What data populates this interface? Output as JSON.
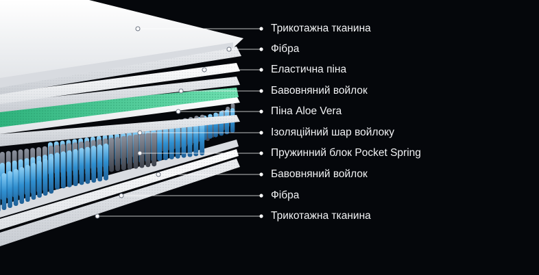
{
  "layers": [
    {
      "label": "Трикотажна тканина"
    },
    {
      "label": "Фібра"
    },
    {
      "label": "Еластична піна"
    },
    {
      "label": "Бавовняний войлок"
    },
    {
      "label": "Піна Aloe Vera"
    },
    {
      "label": "Ізоляційний шар войлоку"
    },
    {
      "label": "Пружинний блок Pocket Spring"
    },
    {
      "label": "Бавовняний войлок"
    },
    {
      "label": "Фібра"
    },
    {
      "label": "Трикотажна тканина"
    }
  ],
  "colors": {
    "background": "#05070b",
    "text": "#f2f3f5",
    "aloe_green": "#3cc48e",
    "spring_blue": "#2f8fd0",
    "spring_dark": "#4a4f5c",
    "fabric": "#f1f2f4"
  }
}
